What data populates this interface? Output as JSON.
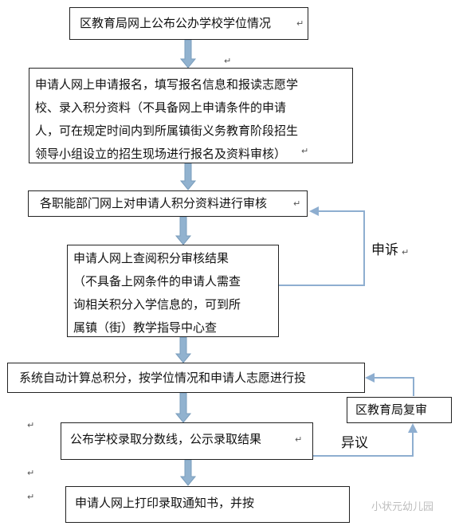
{
  "colors": {
    "arrow": "#91b2cf",
    "arrow_edge": "#7a9dbc",
    "connector": "#8eaed0",
    "border": "#222222",
    "watermark": "#bdbdbd"
  },
  "nodes": {
    "step1": "区教育局网上公布公办学校学位情况",
    "step2": {
      "lines": [
        "申请人网上申请报名，填写报名信息和报读志愿学",
        "校、录入积分资料（不具备网上申请条件的申请",
        "人，可在规定时间内到所属镇街义务教育阶段招生",
        "领导小组设立的招生现场进行报名及资料审核）"
      ]
    },
    "step3": "各职能部门网上对申请人积分资料进行审核",
    "step4": {
      "lines": [
        "申请人网上查阅积分审核结果",
        "（不具备上网条件的申请人需查",
        "询相关积分入学信息的，可到所",
        "属镇（街）教学指导中心查"
      ]
    },
    "step5": "系统自动计算总积分，按学位情况和申请人志愿进行投",
    "step6": "公布学校录取分数线，公示录取结果",
    "step7": "申请人网上打印录取通知书，并按",
    "review": "区教育局复审"
  },
  "labels": {
    "appeal": "申诉",
    "objection": "异议"
  },
  "watermark": "小状元幼儿园",
  "return_mark": "↵"
}
